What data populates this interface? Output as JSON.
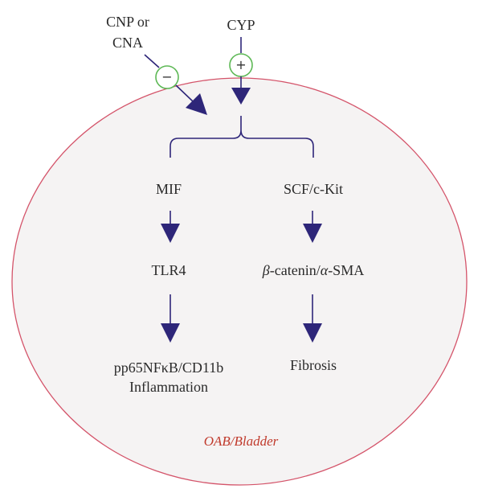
{
  "colors": {
    "bladder_outline": "#d4546a",
    "bladder_fill": "#f5f3f3",
    "arrow": "#2e2679",
    "regulator_circle": "#5db855",
    "organ_label": "#c0392b"
  },
  "inputs": {
    "inhibitor": {
      "line1": "CNP or",
      "line2": "CNA",
      "sign": "−"
    },
    "activator": {
      "label": "CYP",
      "sign": "+"
    }
  },
  "left_pathway": {
    "step1": "MIF",
    "step2": "TLR4",
    "step3_line1": "pp65NFκB/CD11b",
    "step3_line2": "Inflammation"
  },
  "right_pathway": {
    "step1": "SCF/c-Kit",
    "step2_beta": "β",
    "step2_mid": "-catenin/",
    "step2_alpha": "α",
    "step2_end": "-SMA",
    "step3": "Fibrosis"
  },
  "organ_label": "OAB/Bladder"
}
